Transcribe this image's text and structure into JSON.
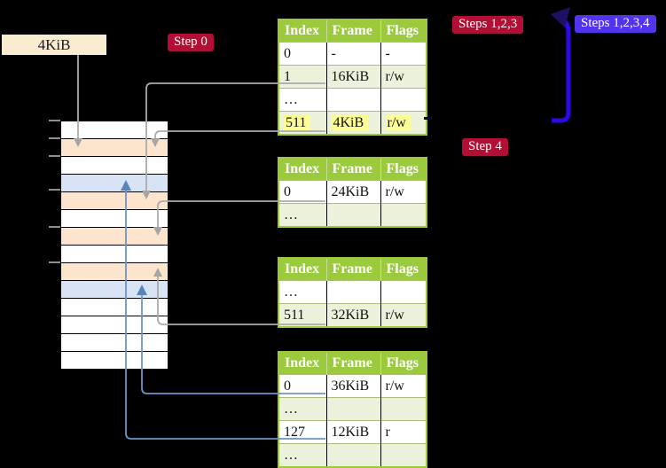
{
  "page_size_label": "4KiB",
  "badges": {
    "step0": "Step 0",
    "steps123": "Steps 1,2,3",
    "steps1234": "Steps 1,2,3,4",
    "step4": "Step 4"
  },
  "tables": {
    "t1": {
      "headers": [
        "Index",
        "Frame",
        "Flags"
      ],
      "rows": [
        [
          "0",
          "-",
          "-"
        ],
        [
          "1",
          "16KiB",
          "r/w"
        ],
        [
          "…",
          "",
          ""
        ],
        [
          "511",
          "4KiB",
          "r/w"
        ]
      ],
      "highlighted_row_index": "511"
    },
    "t2": {
      "headers": [
        "Index",
        "Frame",
        "Flags"
      ],
      "rows": [
        [
          "0",
          "24KiB",
          "r/w"
        ],
        [
          "…",
          "",
          ""
        ]
      ]
    },
    "t3": {
      "headers": [
        "Index",
        "Frame",
        "Flags"
      ],
      "rows": [
        [
          "…",
          "",
          ""
        ],
        [
          "511",
          "32KiB",
          "r/w"
        ]
      ]
    },
    "t4": {
      "headers": [
        "Index",
        "Frame",
        "Flags"
      ],
      "rows": [
        [
          "0",
          "36KiB",
          "r/w"
        ],
        [
          "…",
          "",
          ""
        ],
        [
          "127",
          "12KiB",
          "r"
        ],
        [
          "…",
          "",
          ""
        ]
      ]
    }
  },
  "memory_column": {
    "frame_size": "4KiB",
    "rows": [
      "white",
      "peach",
      "white",
      "blue",
      "peach",
      "white",
      "peach",
      "white",
      "peach",
      "blue",
      "white",
      "white",
      "white",
      "white"
    ]
  },
  "connections": [
    {
      "from": "4KiB label",
      "to": "memory frame 4KiB (row 2)",
      "color": "gray"
    },
    {
      "from": "table1 index 1 -> 16KiB",
      "to": "memory frame 16KiB (row 5)",
      "color": "gray"
    },
    {
      "from": "table1 index 511 -> 4KiB",
      "to": "memory frame 4KiB (row 2)",
      "color": "gray"
    },
    {
      "from": "table2 index 0 -> 24KiB",
      "to": "memory frame 24KiB (row 7)",
      "color": "gray"
    },
    {
      "from": "table3 index 511 -> 32KiB",
      "to": "memory frame 32KiB (row 9)",
      "color": "gray"
    },
    {
      "from": "table4 index 0 -> 36KiB",
      "to": "memory frame 36KiB (row 10)",
      "color": "blue"
    },
    {
      "from": "table4 index 127 -> 12KiB",
      "to": "memory frame 12KiB (row 4)",
      "color": "blue"
    },
    {
      "from": "bottom of table column",
      "to": "top table (loop back)",
      "color": "violet"
    }
  ],
  "colors": {
    "background": "#000000",
    "table_header_green": "#9bca3c",
    "table_row_green": "#ebf1da",
    "frame_peach": "#fce4cd",
    "frame_blue": "#d8e4f5",
    "label_wheat": "#faecd0",
    "badge_crimson": "#b30e33",
    "badge_violet": "#5233ee",
    "highlight_yellow": "#fdfd98",
    "wire_gray": "#a5a5a5",
    "wire_blue": "#6e94c7",
    "wire_violet": "#2c0ae8"
  }
}
